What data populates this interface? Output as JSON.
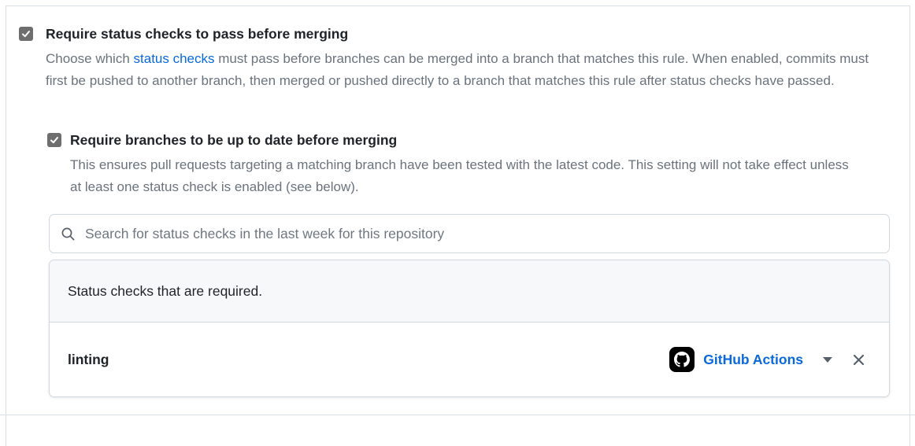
{
  "colors": {
    "link_blue": "#0969da",
    "checkbox_gray": "#6e6e6e",
    "avatar_black": "#000000",
    "muted_text": "#6a737d",
    "heading_text": "#1f2328",
    "border": "#d0d7de",
    "list_header_bg": "#f6f8fa"
  },
  "icons": {
    "search": "magnifier-icon",
    "source_avatar": "github-octocat-icon",
    "expand": "caret-down-icon",
    "remove": "x-close-icon",
    "checkbox_state": "checkmark-icon"
  },
  "require_status_checks": {
    "checked": true,
    "title": "Require status checks to pass before merging",
    "desc_before_link": "Choose which ",
    "link_text": "status checks",
    "desc_after_link": " must pass before branches can be merged into a branch that matches this rule. When enabled, commits must first be pushed to another branch, then merged or pushed directly to a branch that matches this rule after status checks have passed."
  },
  "require_up_to_date": {
    "checked": true,
    "title": "Require branches to be up to date before merging",
    "description": "This ensures pull requests targeting a matching branch have been tested with the latest code. This setting will not take effect unless at least one status check is enabled (see below)."
  },
  "search": {
    "placeholder": "Search for status checks in the last week for this repository",
    "value": ""
  },
  "required_checks": {
    "header": "Status checks that are required.",
    "items": [
      {
        "name": "linting",
        "source": "GitHub Actions"
      }
    ]
  }
}
